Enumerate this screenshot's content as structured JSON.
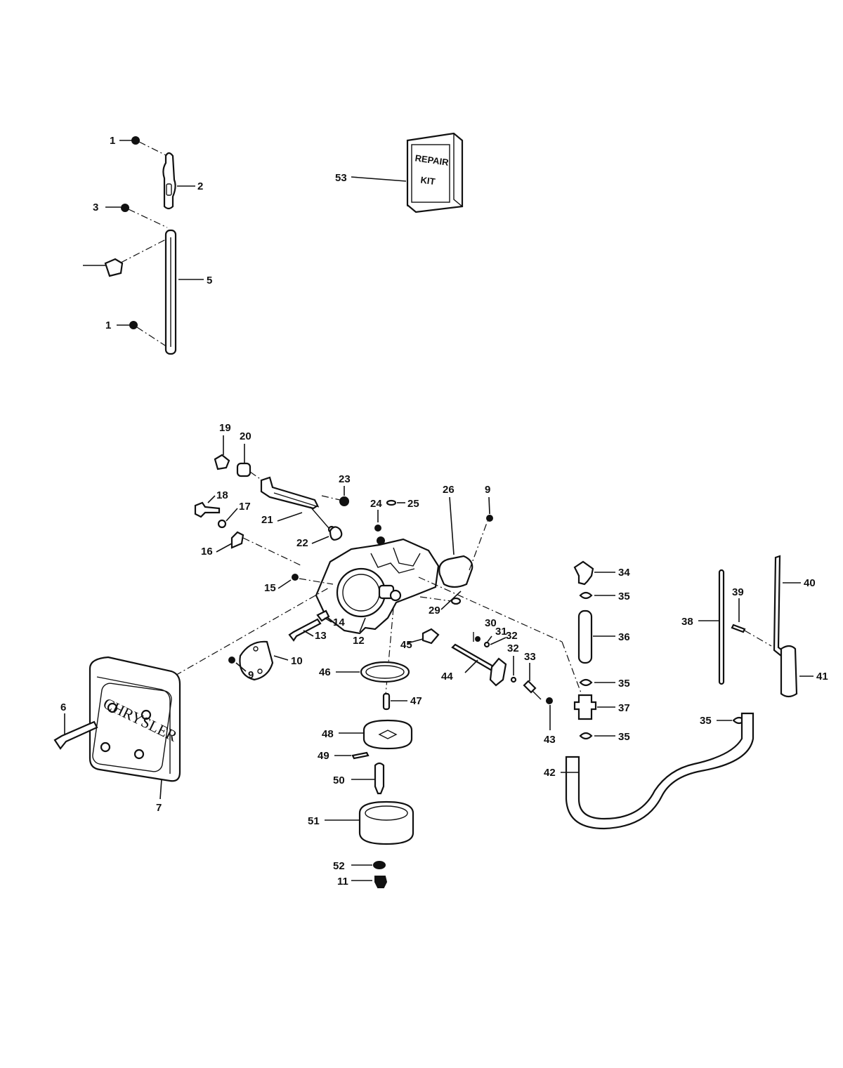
{
  "callouts": {
    "c1a": "1",
    "c2": "2",
    "c3": "3",
    "c5": "5",
    "c1b": "1",
    "c53": "53",
    "c19": "19",
    "c20": "20",
    "c23": "23",
    "c18": "18",
    "c17": "17",
    "c21": "21",
    "c24": "24",
    "c25": "25",
    "c26": "26",
    "c9a": "9",
    "c22": "22",
    "c16": "16",
    "c15": "15",
    "c29": "29",
    "c34": "34",
    "c35a": "35",
    "c40": "40",
    "c39": "39",
    "c38": "38",
    "c36": "36",
    "c14": "14",
    "c13": "13",
    "c12": "12",
    "c30": "30",
    "c31": "31",
    "c32a": "32",
    "c45": "45",
    "c32b": "32",
    "c33": "33",
    "c10": "10",
    "c9b": "9",
    "c46": "46",
    "c44": "44",
    "c35b": "35",
    "c41": "41",
    "c6": "6",
    "c47": "47",
    "c37": "37",
    "c43": "43",
    "c35c": "35",
    "c35d": "35",
    "c48": "48",
    "c49": "49",
    "c42": "42",
    "c50": "50",
    "c7": "7",
    "c51": "51",
    "c52": "52",
    "c11": "11"
  },
  "repair_kit": {
    "line1": "REPAIR",
    "line2": "KIT"
  },
  "cover_brand": "CHRYSLER"
}
